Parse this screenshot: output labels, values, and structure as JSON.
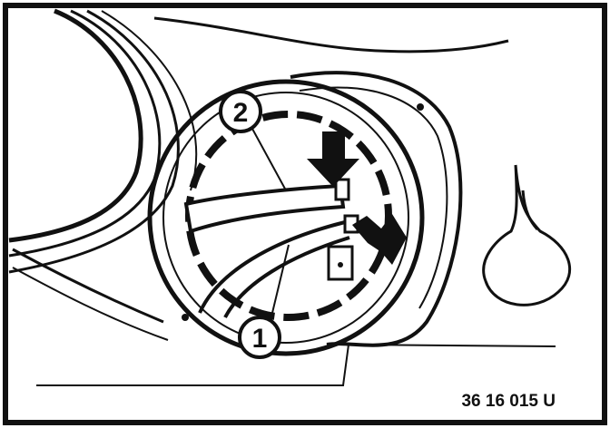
{
  "callouts": {
    "one": "1",
    "two": "2"
  },
  "figure_code": "36 16 015 U",
  "colors": {
    "ink": "#111111",
    "paper": "#ffffff"
  }
}
